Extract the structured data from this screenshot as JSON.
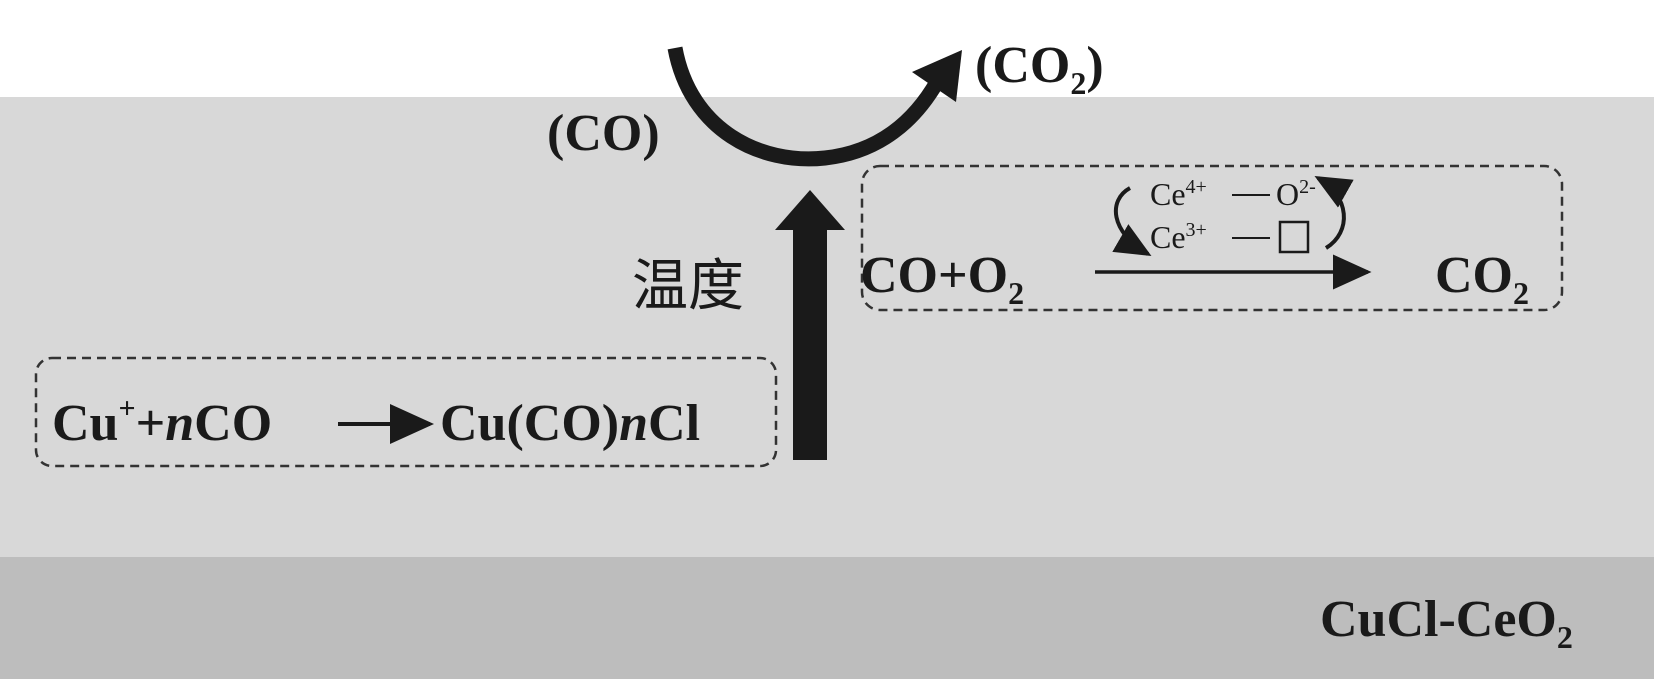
{
  "colors": {
    "background": "#ffffff",
    "reaction_layer": "#d8d8d8",
    "support_layer": "#bdbdbd",
    "ink": "#1a1a1a"
  },
  "top": {
    "co_reactant": "(CO)",
    "co2_product_prefix": "(CO",
    "co2_product_sub": "2",
    "co2_product_suffix": ")"
  },
  "temperature_label": "温度",
  "left_reaction": {
    "cu": "Cu",
    "cu_charge": "+",
    "plus": "+",
    "n1": "n",
    "co": "CO",
    "product_pre": "Cu(CO)",
    "n2": "n",
    "product_post": "Cl"
  },
  "right_reaction": {
    "reactant_main": "CO+O",
    "reactant_sub": "2",
    "product_main": "CO",
    "product_sub": "2",
    "ce4": "Ce",
    "ce4_charge": "4+",
    "oxide": "O",
    "oxide_charge": "2-",
    "ce3": "Ce",
    "ce3_charge": "3+",
    "vacancy_symbol": "□"
  },
  "support_label": {
    "main": "CuCl-CeO",
    "sub": "2"
  }
}
